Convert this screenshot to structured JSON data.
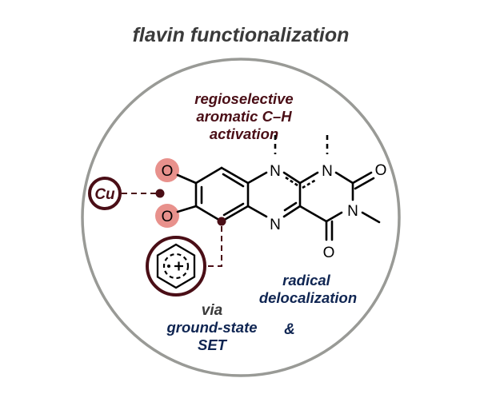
{
  "title": "flavin functionalization",
  "labels": {
    "activation": [
      "regioselective",
      "aromatic C–H",
      "activation"
    ],
    "radical": [
      "radical",
      "delocalization"
    ],
    "ampersand": "&",
    "via": "via",
    "set": [
      "ground-state",
      "SET"
    ]
  },
  "atoms": {
    "o_top": "O",
    "o_bottom": "O",
    "n1": "N",
    "n10": "N",
    "n5": "N",
    "n3": "N",
    "o2": "O",
    "o4": "O"
  },
  "badges": {
    "copper": "Cu"
  },
  "icons": {
    "arene-radical-cation": "hexagon with dashed ring, dot and plus"
  },
  "colors": {
    "title": "#3a3a3a",
    "maroon": "#4a0e16",
    "navy": "#0f2552",
    "gray_text": "#3a3a3a",
    "circle": "#999a96",
    "highlight": "#e8918c"
  }
}
